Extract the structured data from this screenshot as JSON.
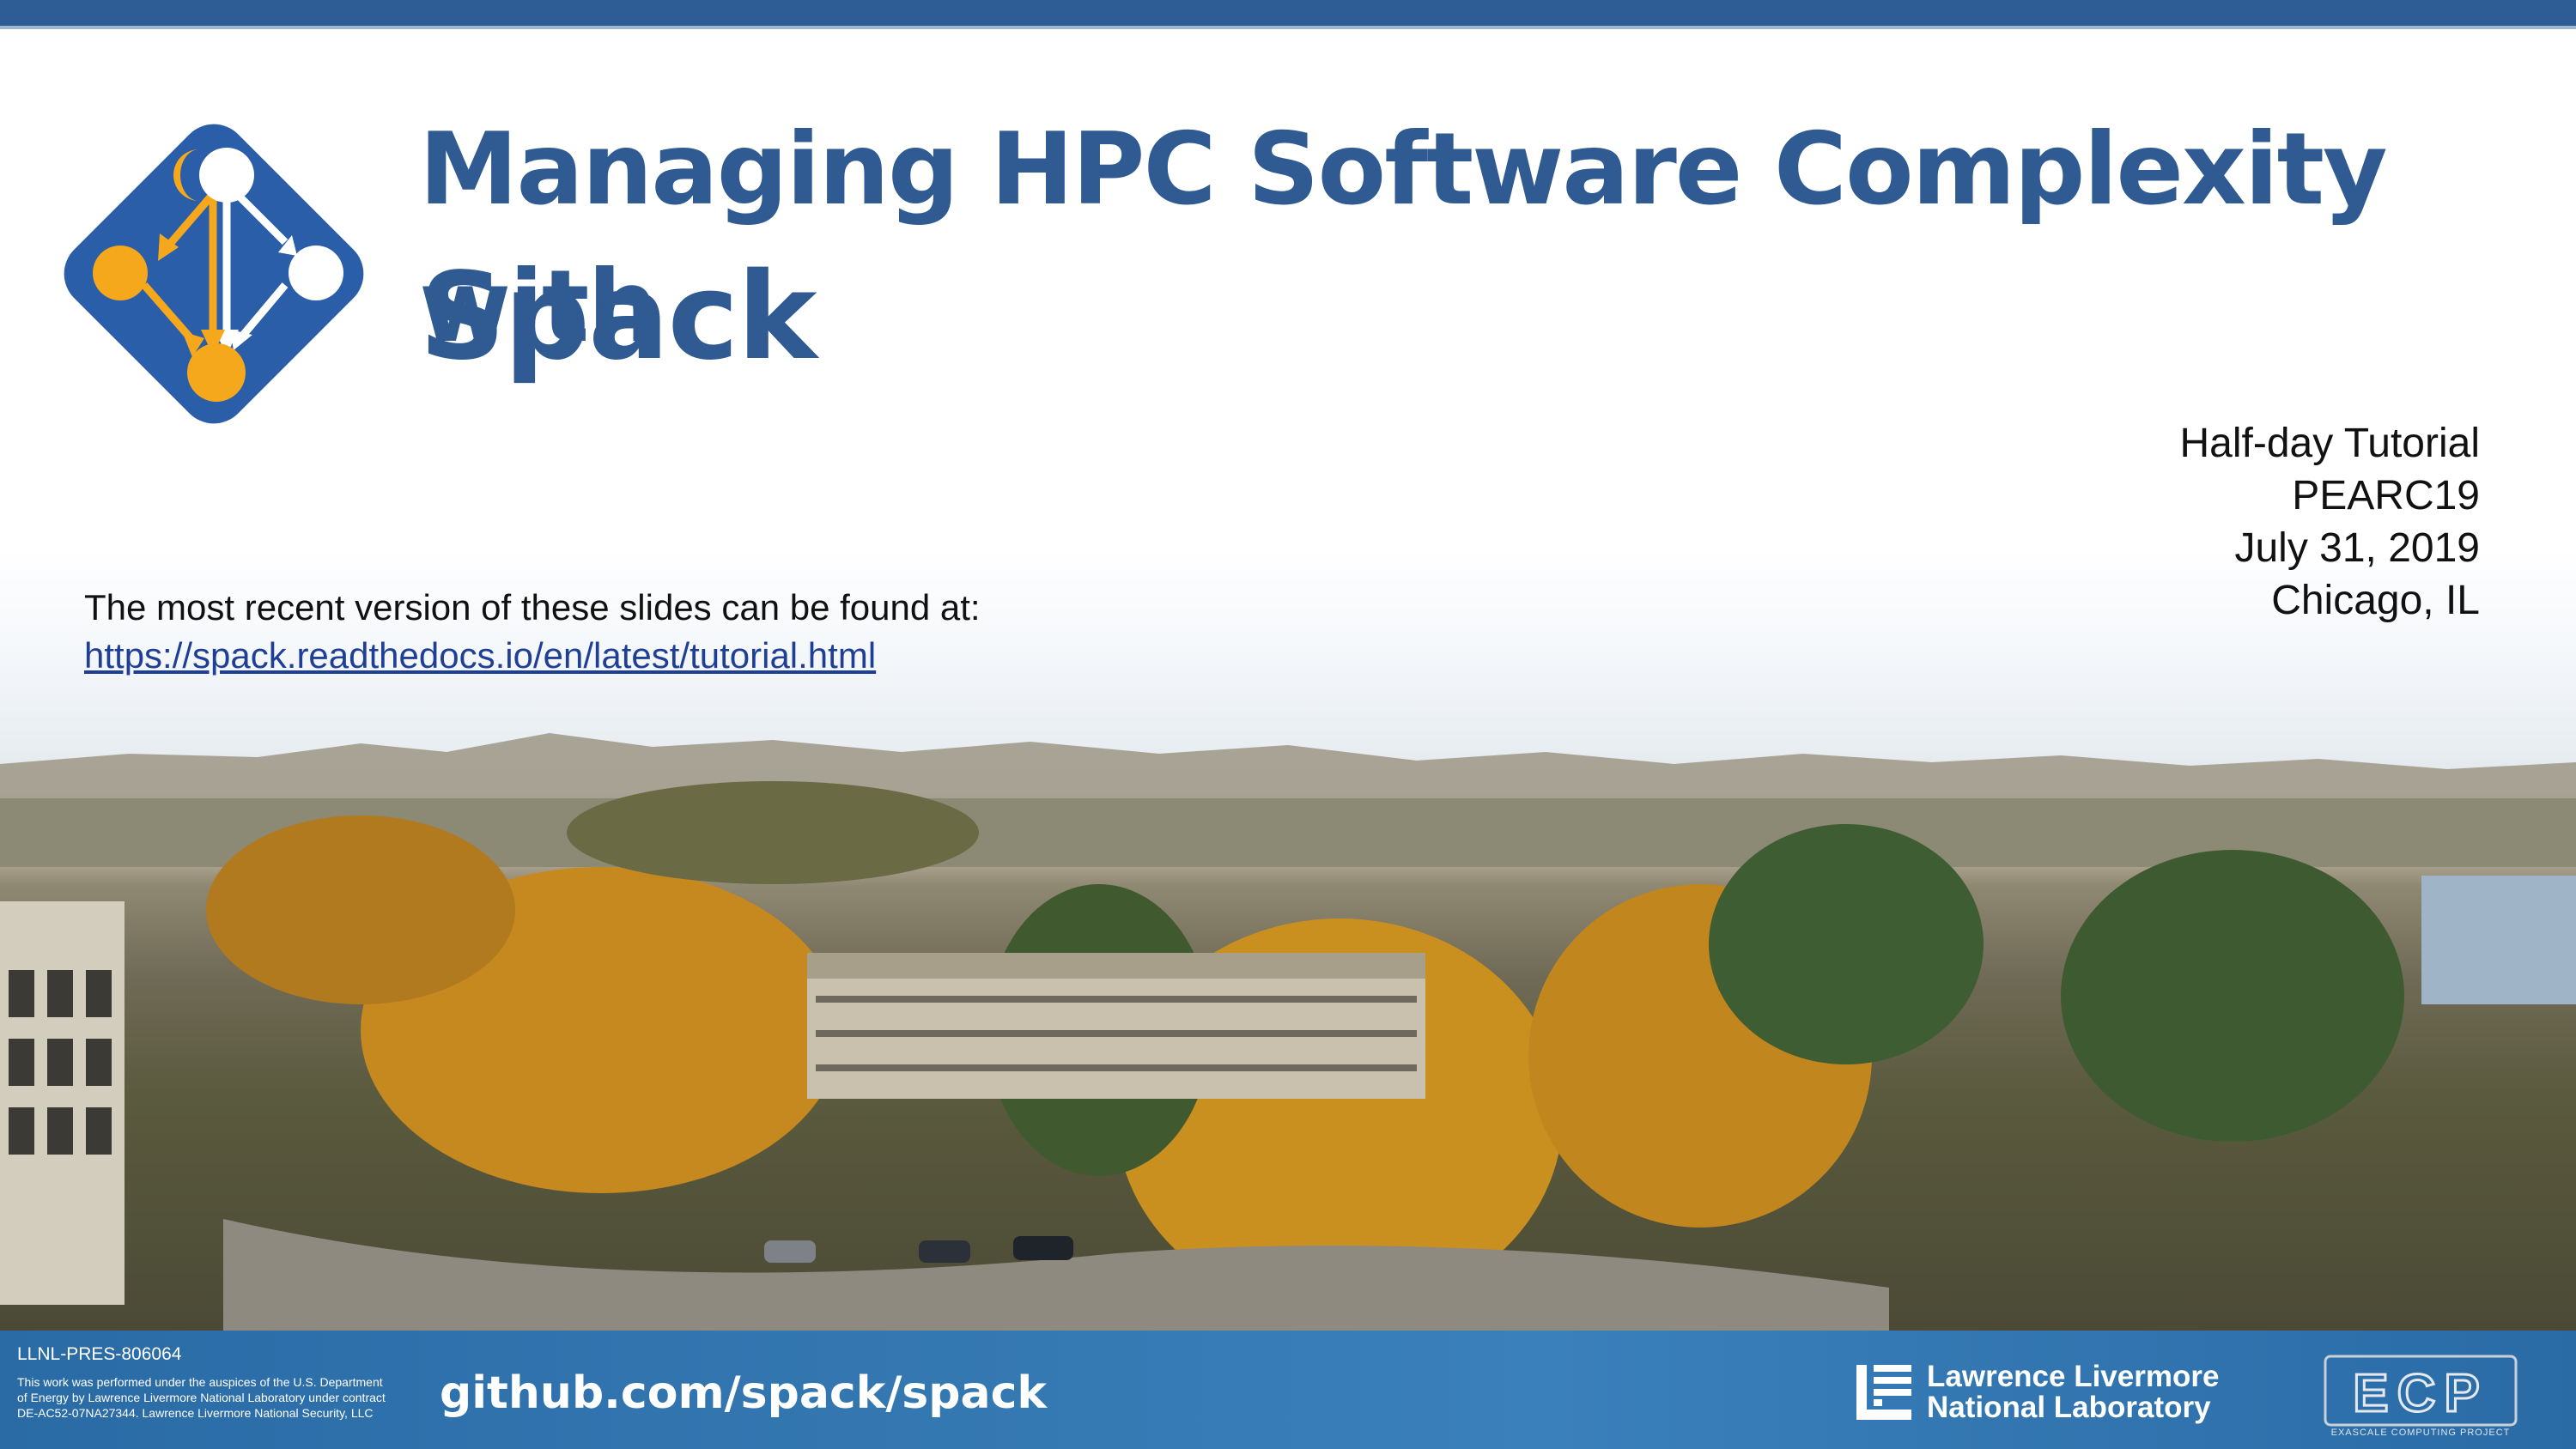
{
  "slide": {
    "title_line1": "Managing HPC Software Complexity with",
    "title_line2": "Spack",
    "event": {
      "line1": "Half-day Tutorial",
      "line2": "PEARC19",
      "line3": "July 31, 2019",
      "line4": "Chicago, IL"
    },
    "note": {
      "text": "The most recent version of these slides can be found at:",
      "link": "https://spack.readthedocs.io/en/latest/tutorial.html"
    }
  },
  "footer": {
    "pres_id": "LLNL-PRES-806064",
    "disclaimer": "This work was performed under the auspices of the U.S. Department of Energy by Lawrence Livermore National Laboratory under contract DE-AC52-07NA27344. Lawrence Livermore National Security, LLC",
    "github": "github.com/spack/spack",
    "llnl_line1": "Lawrence Livermore",
    "llnl_line2": "National Laboratory",
    "ecp_text": "ECP",
    "ecp_subtext": "EXASCALE COMPUTING PROJECT"
  },
  "colors": {
    "brand_blue": "#2f5a92",
    "top_bar": "#2e5d95",
    "footer_blue": "#3579b3",
    "spack_orange": "#f5a81c",
    "link": "#1f3f97"
  },
  "icons": {
    "logo": "spack-logo-icon",
    "llnl": "llnl-logo-icon",
    "ecp": "ecp-logo-icon"
  }
}
